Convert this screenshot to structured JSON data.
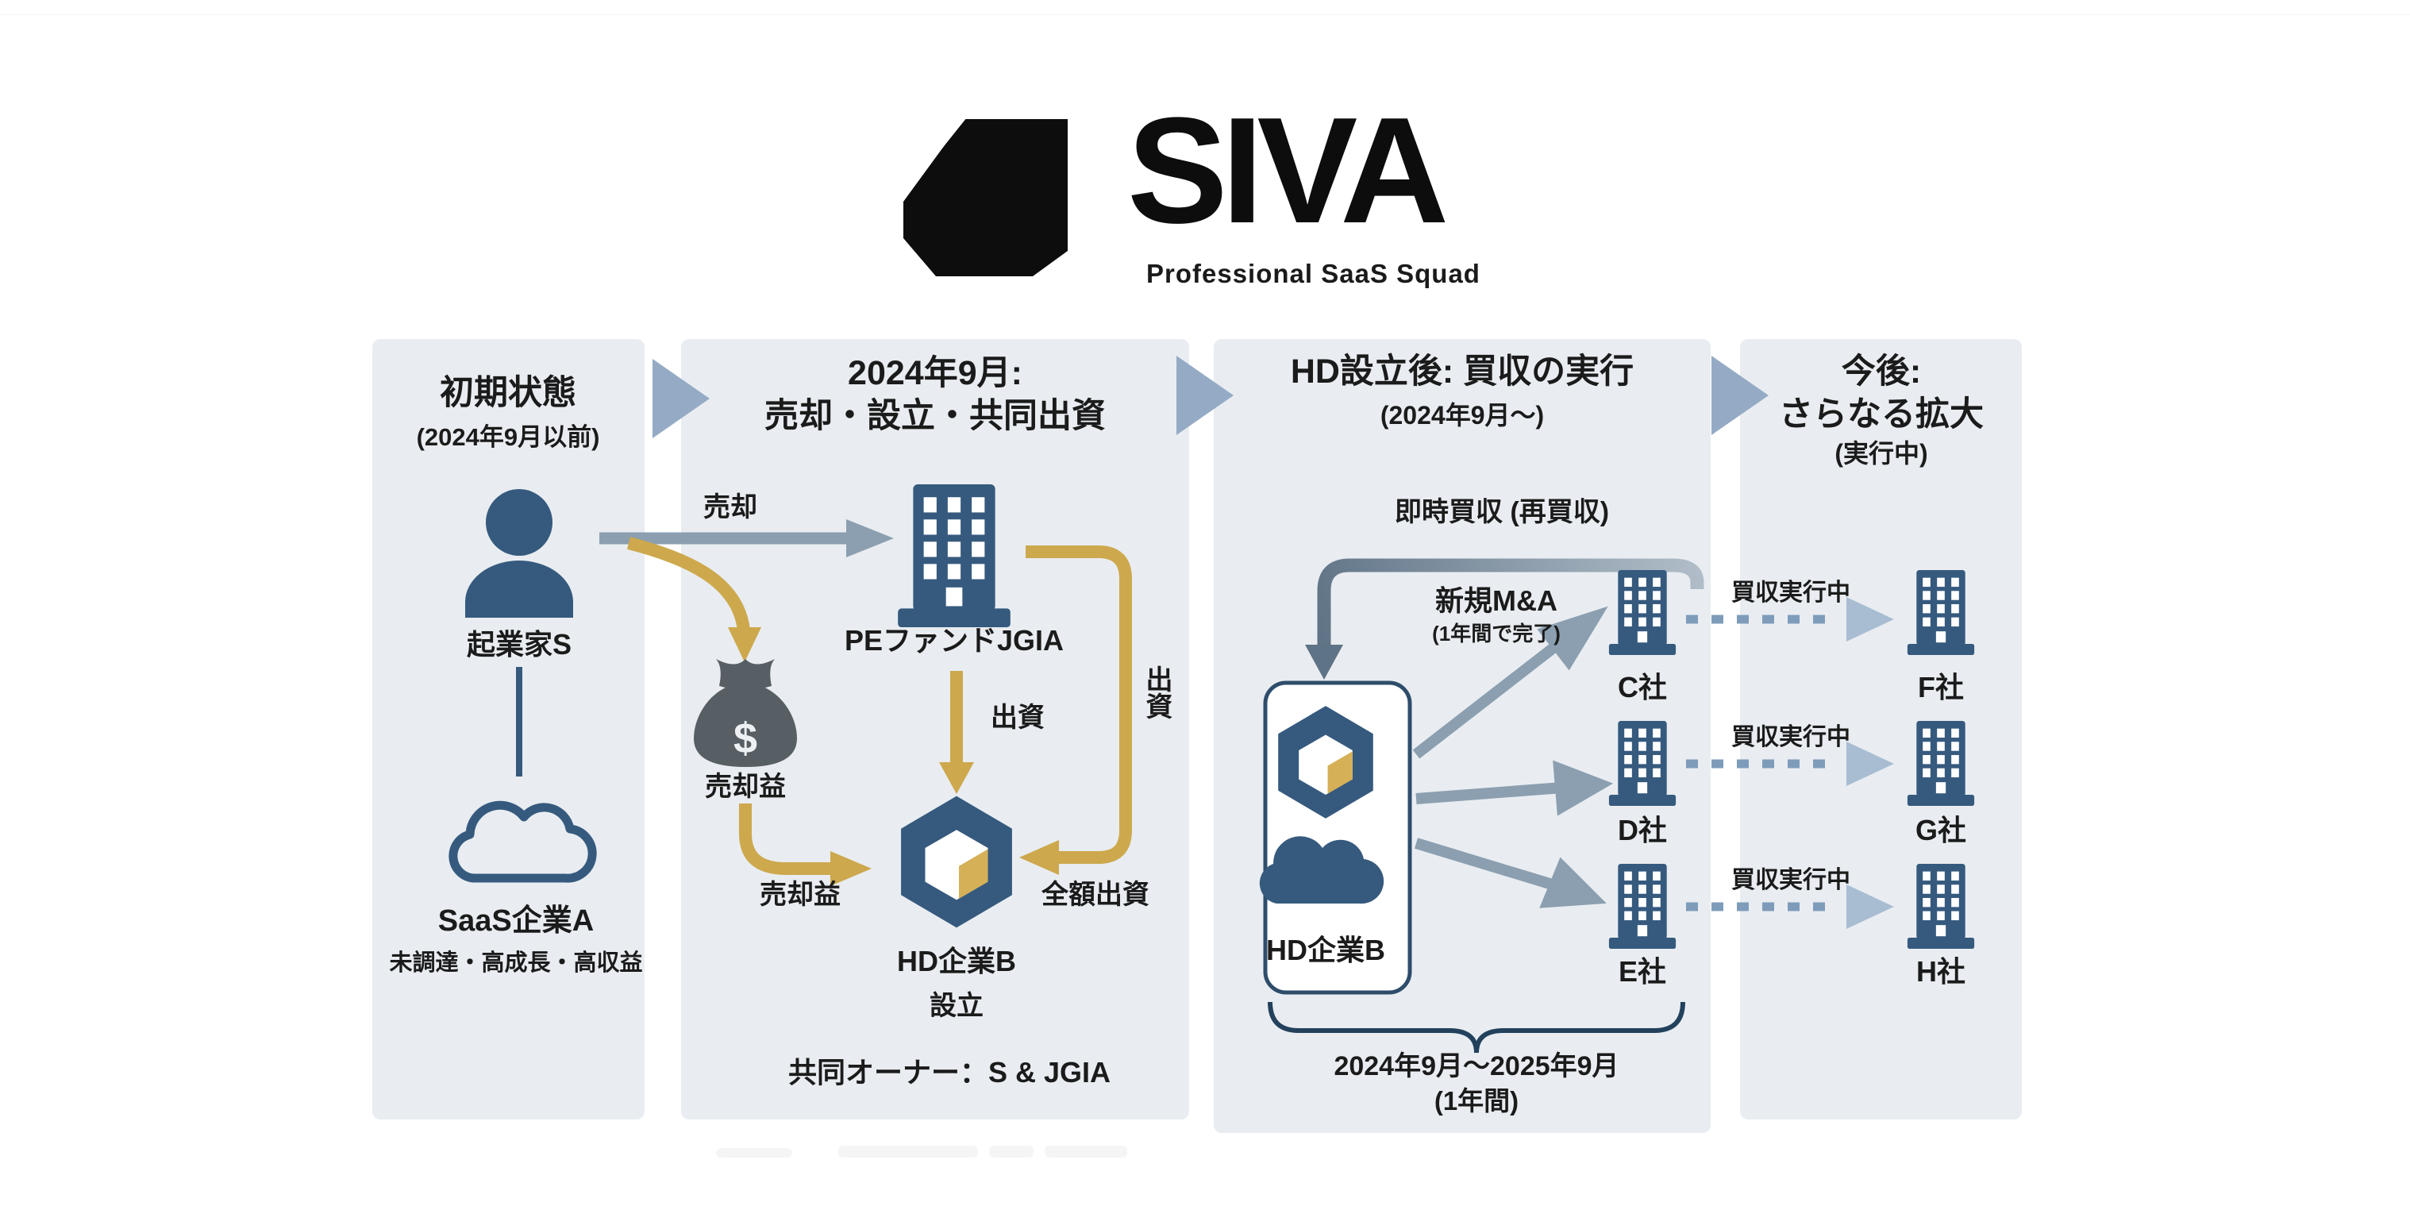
{
  "header": {
    "brand": "SIVA",
    "tagline": "Professional SaaS Squad"
  },
  "colors": {
    "panel_bg": "#e9edf1",
    "primary_blue": "#365a7e",
    "gold": "#cda84d",
    "gray_arrow": "#8b9fb0",
    "dark_gray_arrow": "#5f7386",
    "dotted_blue": "#7e9cba",
    "dotted_arrowhead": "#a8bdd2",
    "chevron": "#95abc5",
    "text": "#1b1b1b",
    "bag_gray": "#575f64",
    "hd_box_border": "#2e4d6b",
    "hexagon_gold": "#d5b057"
  },
  "panel1": {
    "title": "初期状態",
    "subtitle": "(2024年9月以前)",
    "entrepreneur": "起業家S",
    "company": "SaaS企業A",
    "company_note": "未調達・高成長・高収益"
  },
  "panel2": {
    "title_line1": "2024年9月:",
    "title_line2": "売却・設立・共同出資",
    "sale_label": "売却",
    "pe_fund": "PEファンドJGIA",
    "proceeds_label": "売却益",
    "bag_symbol": "$",
    "invest_label": "出資",
    "invest_label_vertical": "出資",
    "proceeds_label2": "売却益",
    "full_invest_label": "全額出資",
    "hd_company": "HD企業B",
    "establish": "設立",
    "joint_owner": "共同オーナー：S & JGIA"
  },
  "panel3": {
    "title_line1": "HD設立後: 買収の実行",
    "title_line2": "(2024年9月～)",
    "instant_label": "即時買収 (再買収)",
    "new_ma": "新規M&A",
    "new_ma_note": "(1年間で完了)",
    "hd_company": "HD企業B",
    "companies": [
      "C社",
      "D社",
      "E社"
    ],
    "period_line1": "2024年9月～2025年9月",
    "period_line2": "(1年間)"
  },
  "panel4": {
    "title_line1": "今後:",
    "title_line2": "さらなる拡大",
    "title_line3": "(実行中)",
    "companies": [
      "F社",
      "G社",
      "H社"
    ],
    "links": [
      {
        "from": "C社",
        "to": "F社",
        "label": "買収実行中"
      },
      {
        "from": "D社",
        "to": "G社",
        "label": "買収実行中"
      },
      {
        "from": "E社",
        "to": "H社",
        "label": "買収実行中"
      }
    ]
  }
}
